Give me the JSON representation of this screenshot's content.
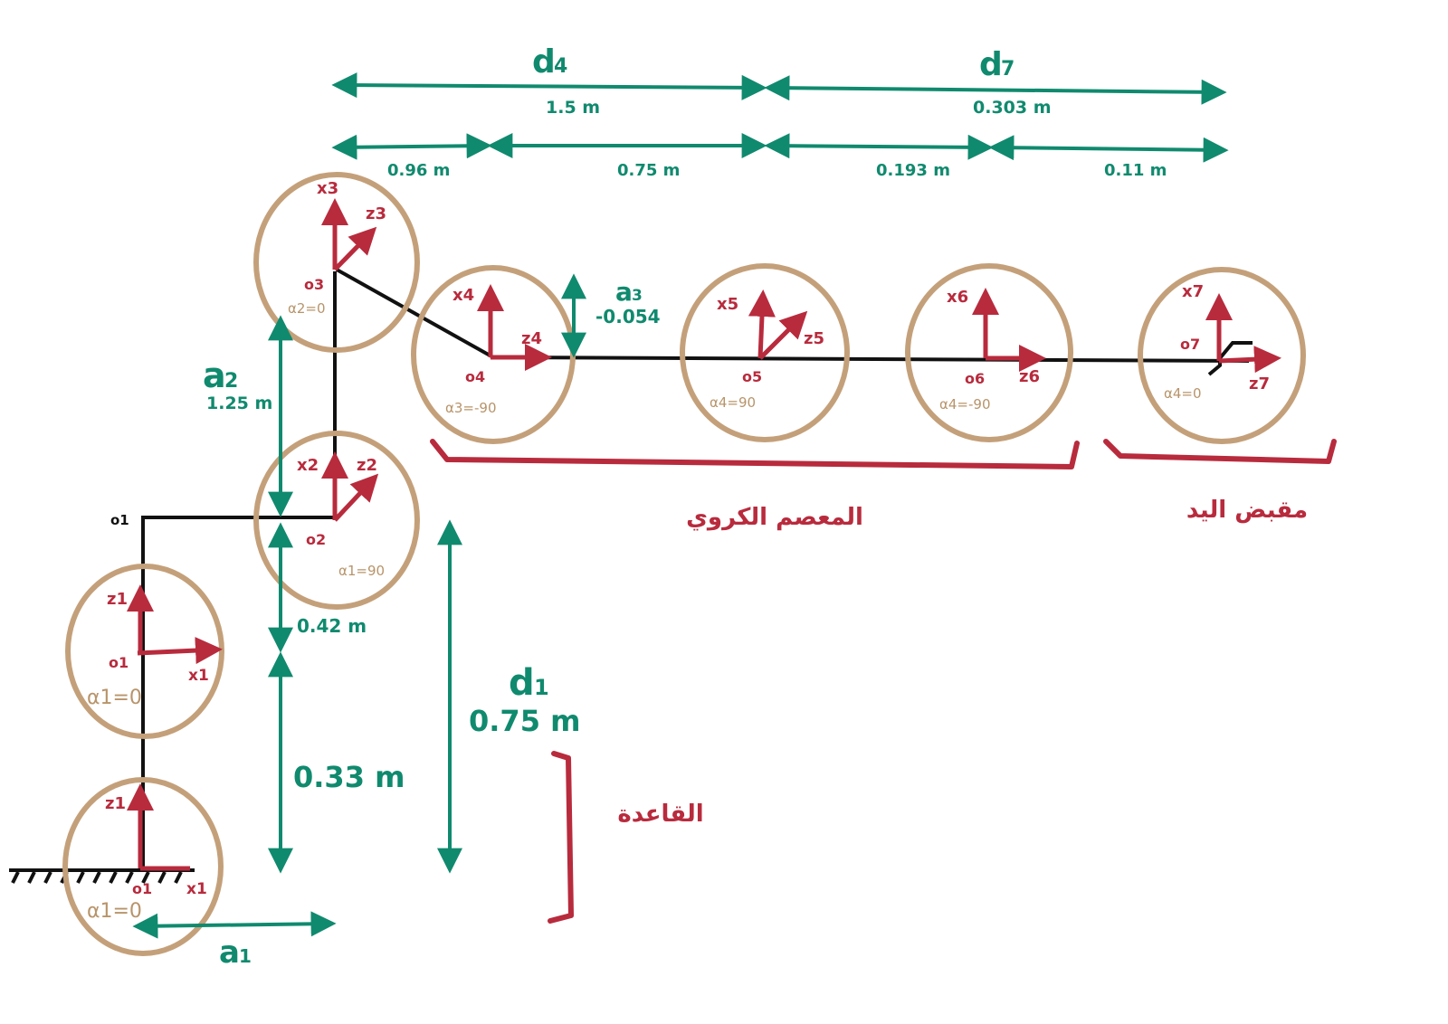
{
  "colors": {
    "link": "#111111",
    "axis": "#b82b3d",
    "dimension": "#108a6e",
    "joint_circle": "#c4a07a",
    "bracket": "#b82b3d"
  },
  "top_dims": {
    "d4": {
      "symbol": "d",
      "sub": "4",
      "value": "1.5 m"
    },
    "d7": {
      "symbol": "d",
      "sub": "7",
      "value": "0.303 m"
    },
    "seg1": "0.96 m",
    "seg2": "0.75 m",
    "seg3": "0.193 m",
    "seg4": "0.11 m"
  },
  "a3": {
    "symbol": "a",
    "sub": "3",
    "value": "-0.054"
  },
  "a2": {
    "symbol": "a",
    "sub": "2",
    "value": "1.25 m"
  },
  "d1": {
    "symbol": "d",
    "sub": "1",
    "value": "0.75 m"
  },
  "a1": {
    "symbol": "a",
    "sub": "1"
  },
  "side_dims": {
    "v042": "0.42 m",
    "v033": "0.33 m"
  },
  "o1_corner": "o1",
  "frames": [
    {
      "id": "frame1",
      "z": "z1",
      "x": "x1",
      "o": "o1",
      "alpha": "α1=0"
    },
    {
      "id": "frame1b",
      "z": "z1",
      "x": "x1",
      "o": "o1",
      "alpha": "α1=0"
    },
    {
      "id": "frame2",
      "x": "x2",
      "z": "z2",
      "o": "o2",
      "alpha": "α1=90"
    },
    {
      "id": "frame3",
      "x": "x3",
      "z": "z3",
      "o": "o3",
      "alpha": "α2=0"
    },
    {
      "id": "frame4",
      "x": "x4",
      "z": "z4",
      "o": "o4",
      "alpha": "α3=-90"
    },
    {
      "id": "frame5",
      "x": "x5",
      "z": "z5",
      "o": "o5",
      "alpha": "α4=90"
    },
    {
      "id": "frame6",
      "x": "x6",
      "z": "z6",
      "o": "o6",
      "alpha": "α4=-90"
    },
    {
      "id": "frame7",
      "x": "x7",
      "z": "z7",
      "o": "o7",
      "alpha": "α4=0"
    }
  ],
  "labels": {
    "spherical_wrist": "المعصم الكروي",
    "gripper": "مقبض اليد",
    "base": "القاعدة"
  }
}
